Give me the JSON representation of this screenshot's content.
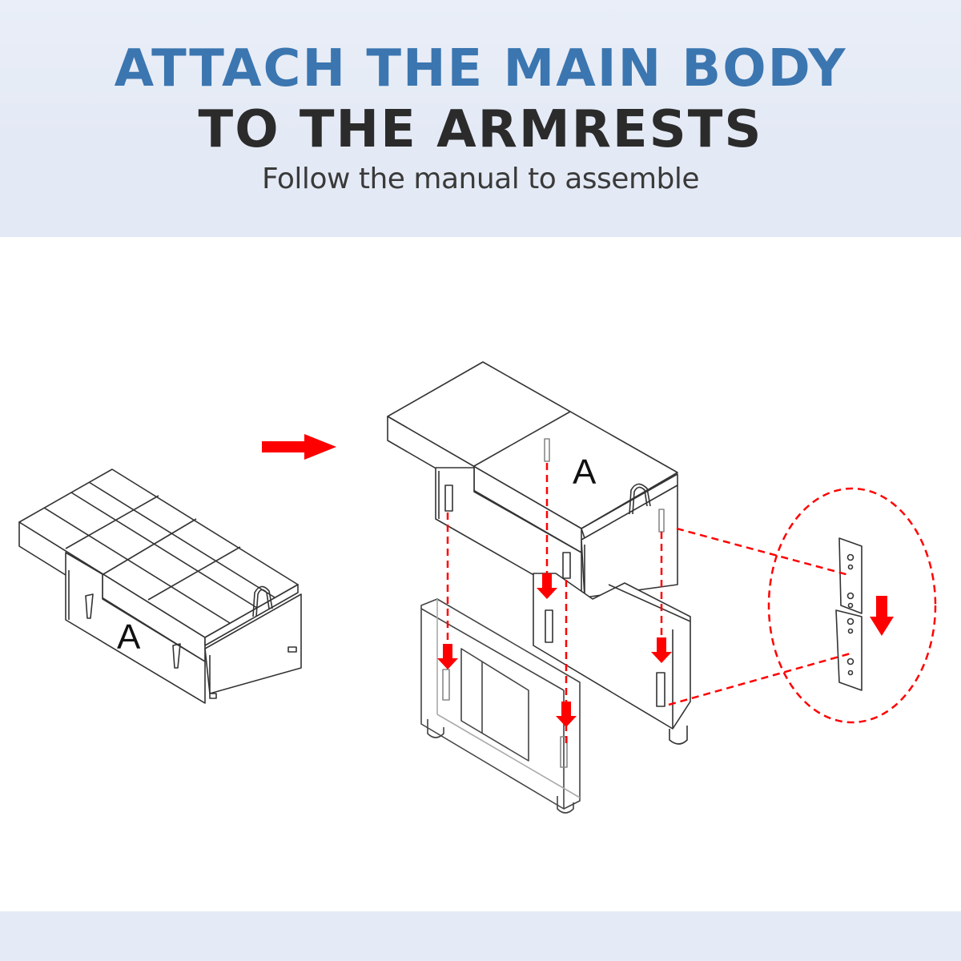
{
  "header": {
    "title_line1": "ATTACH THE MAIN BODY",
    "title_line2": "TO THE ARMRESTS",
    "subtitle": "Follow the manual to assemble"
  },
  "diagram": {
    "before_label": "A",
    "exploded_label": "A",
    "icons": [
      "red-right-arrow-icon",
      "red-down-arrow-icon",
      "bracket-detail-callout"
    ],
    "colors": {
      "title_blue": "#3b76b0",
      "title_dark": "#2b2b2b",
      "arrow_red": "#ff0000",
      "line": "#333333",
      "band": "#e4eaf5"
    }
  }
}
